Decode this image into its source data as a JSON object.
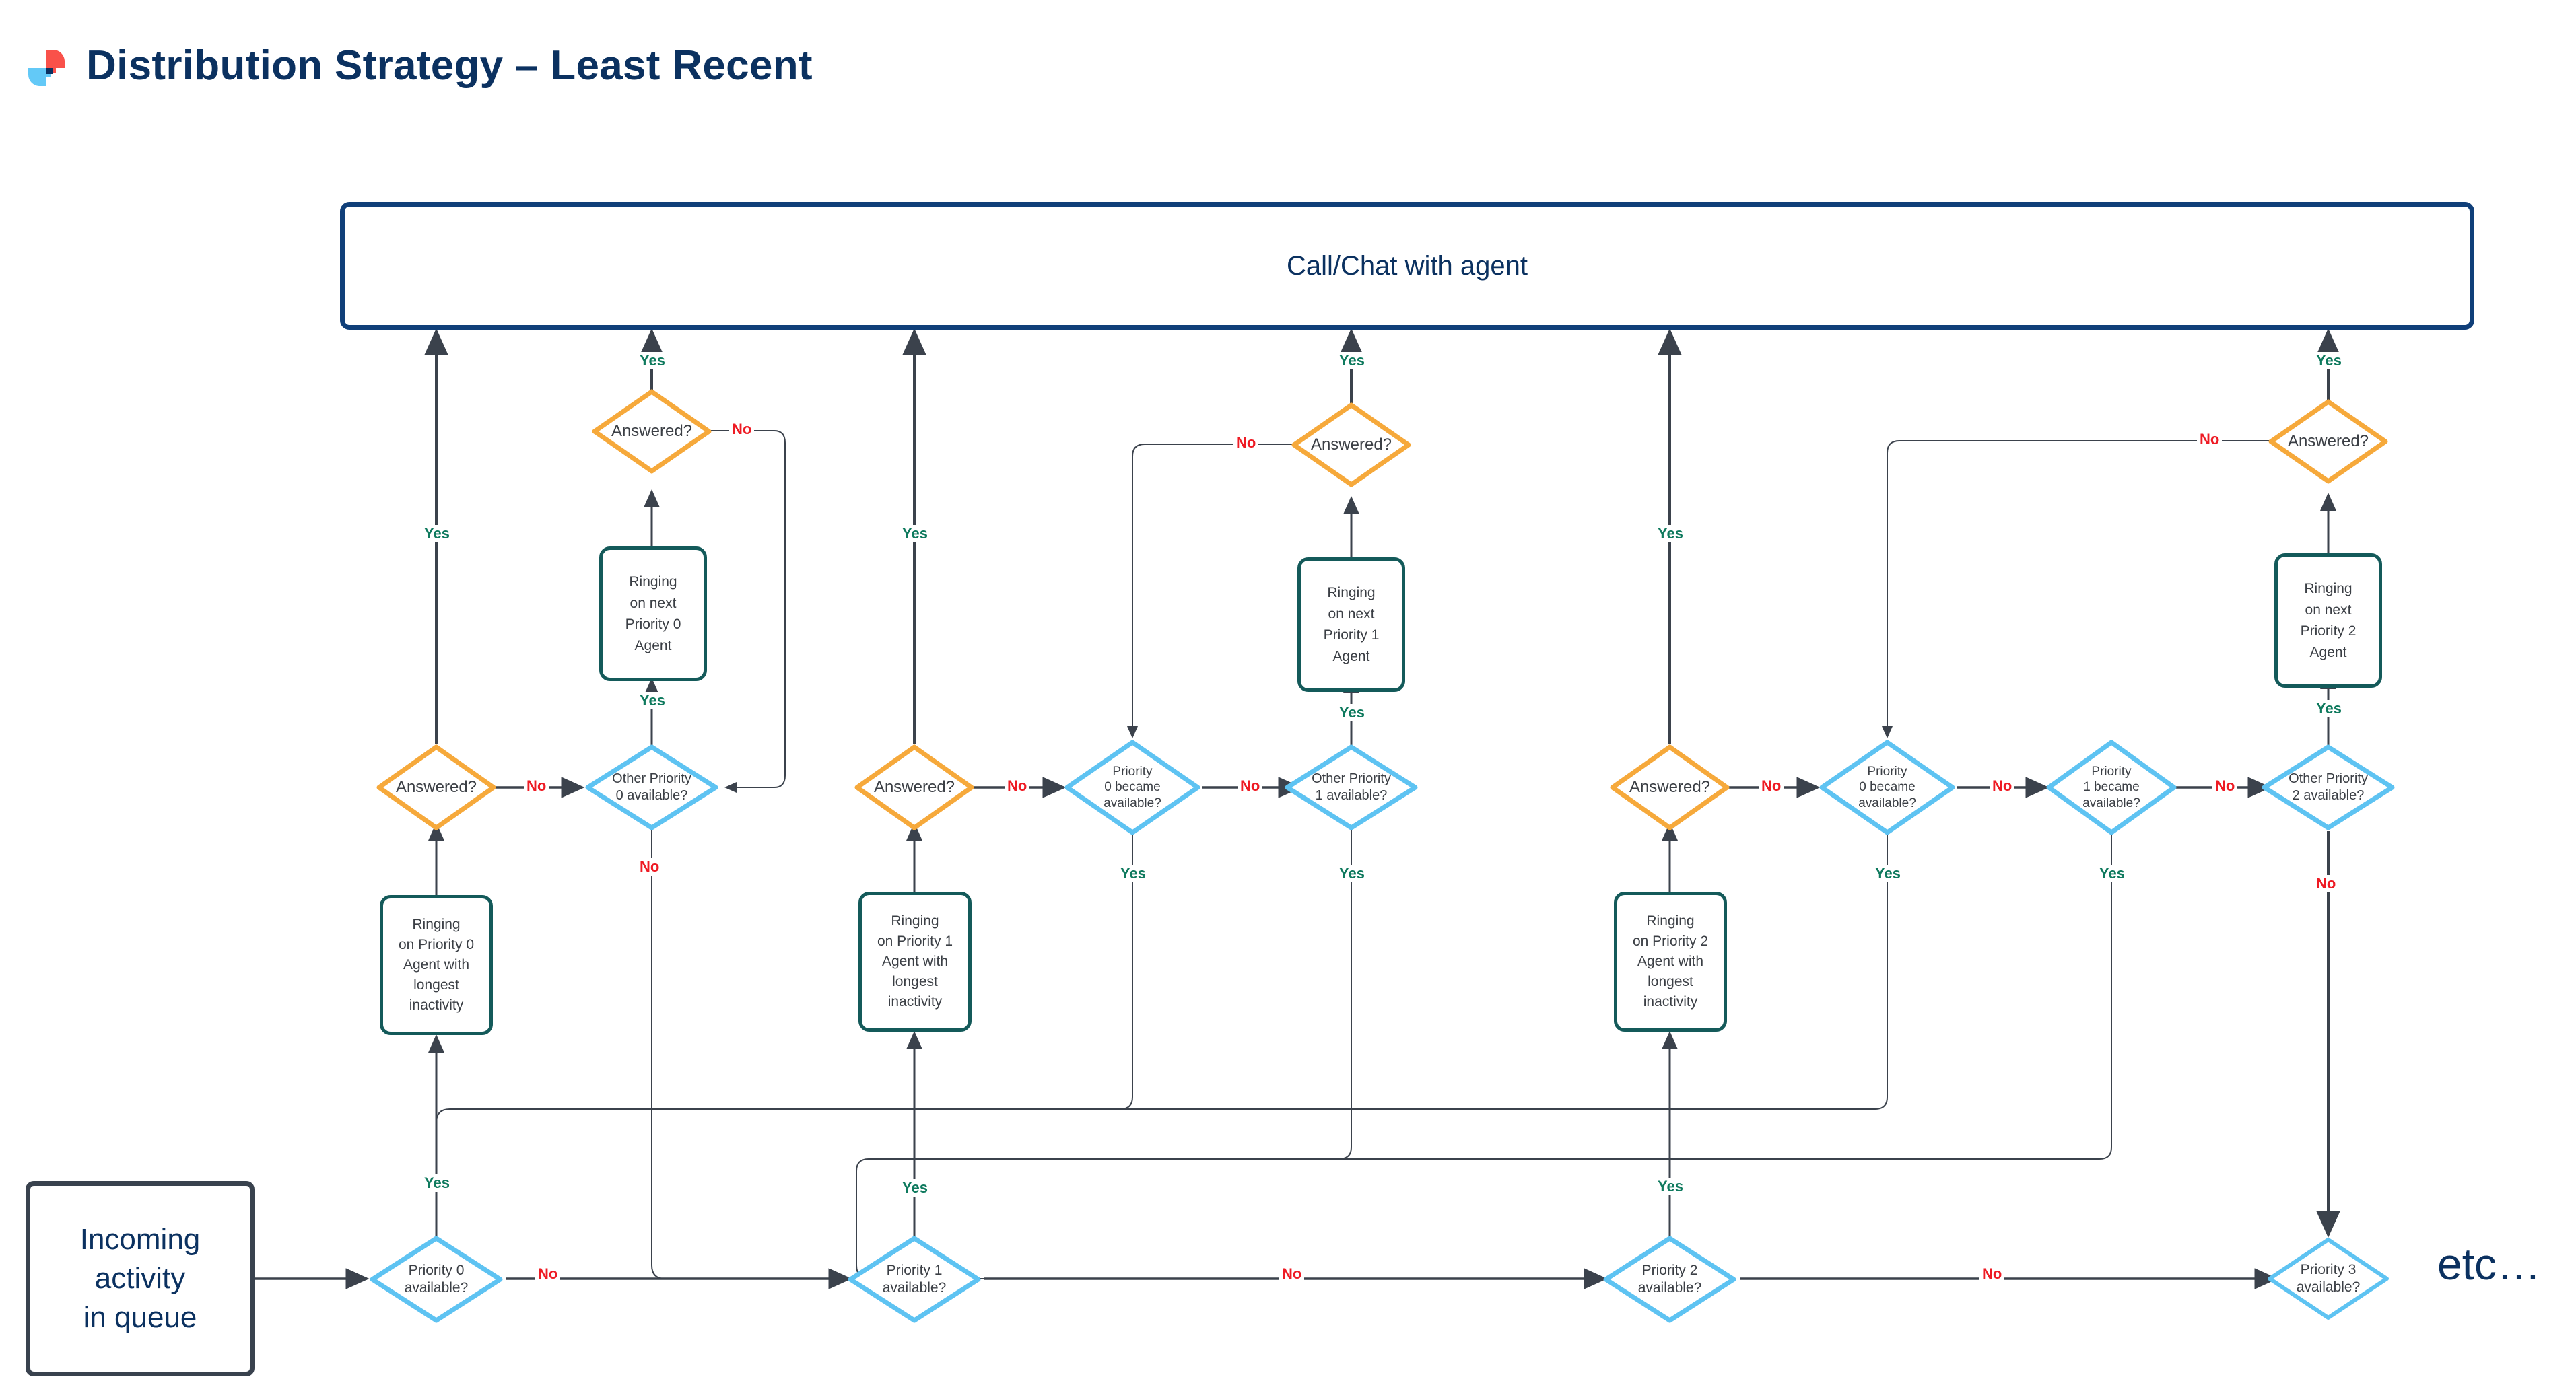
{
  "header": {
    "title": "Distribution Strategy – Least Recent",
    "logo_icon": "logo-icon",
    "logo_colors": {
      "red": "#f9514a",
      "blue": "#63c9f7",
      "navy": "#0b3160"
    }
  },
  "colors": {
    "banner_border": "#103f79",
    "banner_text": "#0b3160",
    "start_border": "#39424e",
    "process_border": "#145a5a",
    "process_text": "#3b3f45",
    "decision_orange": "#f6a93b",
    "decision_blue": "#5ec3f2",
    "yes_label": "#0f7a5e",
    "no_label": "#ee1b24",
    "wire": "#3b424c"
  },
  "labels": {
    "yes": "Yes",
    "no": "No"
  },
  "nodes": {
    "banner": "Call/Chat with agent",
    "start": "Incoming\nactivity\nin queue",
    "etc": "etc…",
    "answered_p0_low": "Answered?",
    "answered_p0_top": "Answered?",
    "answered_p1_low": "Answered?",
    "answered_p1_top": "Answered?",
    "answered_p2_low": "Answered?",
    "answered_p2_top": "Answered?",
    "ring_p0_longest": "Ringing\non Priority 0\nAgent with\nlongest\ninactivity",
    "ring_p1_longest": "Ringing\non Priority 1\nAgent with\nlongest\ninactivity",
    "ring_p2_longest": "Ringing\non Priority 2\nAgent with\nlongest\ninactivity",
    "ring_next_p0": "Ringing\non next\nPriority 0\nAgent",
    "ring_next_p1": "Ringing\non next\nPriority 1\nAgent",
    "ring_next_p2": "Ringing\non next\nPriority 2\nAgent",
    "other_p0_avail": "Other Priority\n0 available?",
    "other_p1_avail": "Other Priority\n1 available?",
    "other_p2_avail": "Other Priority\n2 available?",
    "p0_became_a": "Priority\n0 became\navailable?",
    "p0_became_b": "Priority\n0 became\navailable?",
    "p1_became": "Priority\n1 became\navailable?",
    "p0_avail": "Priority 0\navailable?",
    "p1_avail": "Priority 1\navailable?",
    "p2_avail": "Priority 2\navailable?",
    "p3_avail": "Priority 3\navailable?"
  },
  "edge_labels": {
    "e01": "Yes",
    "e02": "Yes",
    "e03": "Yes",
    "e04": "Yes",
    "e05": "Yes",
    "e06": "Yes",
    "e07": "Yes",
    "e08": "Yes",
    "e09": "Yes",
    "e10": "Yes",
    "e11": "Yes",
    "e12": "Yes",
    "e13": "Yes",
    "e14": "Yes",
    "e15": "Yes",
    "n01": "No",
    "n02": "No",
    "n03": "No",
    "n04": "No",
    "n05": "No",
    "n06": "No",
    "n07": "No",
    "n08": "No",
    "n09": "No",
    "n10": "No",
    "n11": "No",
    "n12": "No",
    "n13": "No",
    "n14": "No",
    "n15": "No"
  },
  "chart_data": {
    "type": "diagram",
    "title": "Distribution Strategy – Least Recent",
    "flow": [
      {
        "from": "Incoming activity in queue",
        "to": "Priority 0 available?",
        "label": ""
      },
      {
        "from": "Priority 0 available?",
        "to": "Ringing on Priority 0 Agent with longest inactivity",
        "label": "Yes"
      },
      {
        "from": "Priority 0 available?",
        "to": "Priority 1 available?",
        "label": "No"
      },
      {
        "from": "Ringing on Priority 0 Agent with longest inactivity",
        "to": "Answered?",
        "label": ""
      },
      {
        "from": "Answered?",
        "to": "Call/Chat with agent",
        "label": "Yes"
      },
      {
        "from": "Answered?",
        "to": "Other Priority 0 available?",
        "label": "No"
      },
      {
        "from": "Other Priority 0 available?",
        "to": "Ringing on next Priority 0 Agent",
        "label": "Yes"
      },
      {
        "from": "Other Priority 0 available?",
        "to": "Priority 1 available?",
        "label": "No"
      },
      {
        "from": "Ringing on next Priority 0 Agent",
        "to": "Answered?",
        "label": ""
      },
      {
        "from": "Priority 1 available?",
        "to": "Ringing on Priority 1 Agent with longest inactivity",
        "label": "Yes"
      },
      {
        "from": "Priority 1 available?",
        "to": "Priority 2 available?",
        "label": "No"
      },
      {
        "from": "Answered? (P1)",
        "to": "Priority 0 became available?",
        "label": "No"
      },
      {
        "from": "Priority 0 became available?",
        "to": "Other Priority 1 available?",
        "label": "No"
      },
      {
        "from": "Priority 0 became available?",
        "to": "Priority 0 available?",
        "label": "Yes"
      },
      {
        "from": "Other Priority 1 available?",
        "to": "Ringing on next Priority 1 Agent",
        "label": "Yes"
      },
      {
        "from": "Other Priority 1 available?",
        "to": "Priority 2 available?",
        "label": "No"
      },
      {
        "from": "Priority 2 available?",
        "to": "Ringing on Priority 2 Agent with longest inactivity",
        "label": "Yes"
      },
      {
        "from": "Priority 2 available?",
        "to": "Priority 3 available?",
        "label": "No"
      },
      {
        "from": "Answered? (P2)",
        "to": "Priority 0 became available?",
        "label": "No"
      },
      {
        "from": "Priority 0 became available? (P2)",
        "to": "Priority 1 became available?",
        "label": "No"
      },
      {
        "from": "Priority 1 became available?",
        "to": "Other Priority 2 available?",
        "label": "No"
      },
      {
        "from": "Other Priority 2 available?",
        "to": "Ringing on next Priority 2 Agent",
        "label": "Yes"
      },
      {
        "from": "Other Priority 2 available?",
        "to": "Priority 3 available?",
        "label": "No"
      }
    ]
  }
}
